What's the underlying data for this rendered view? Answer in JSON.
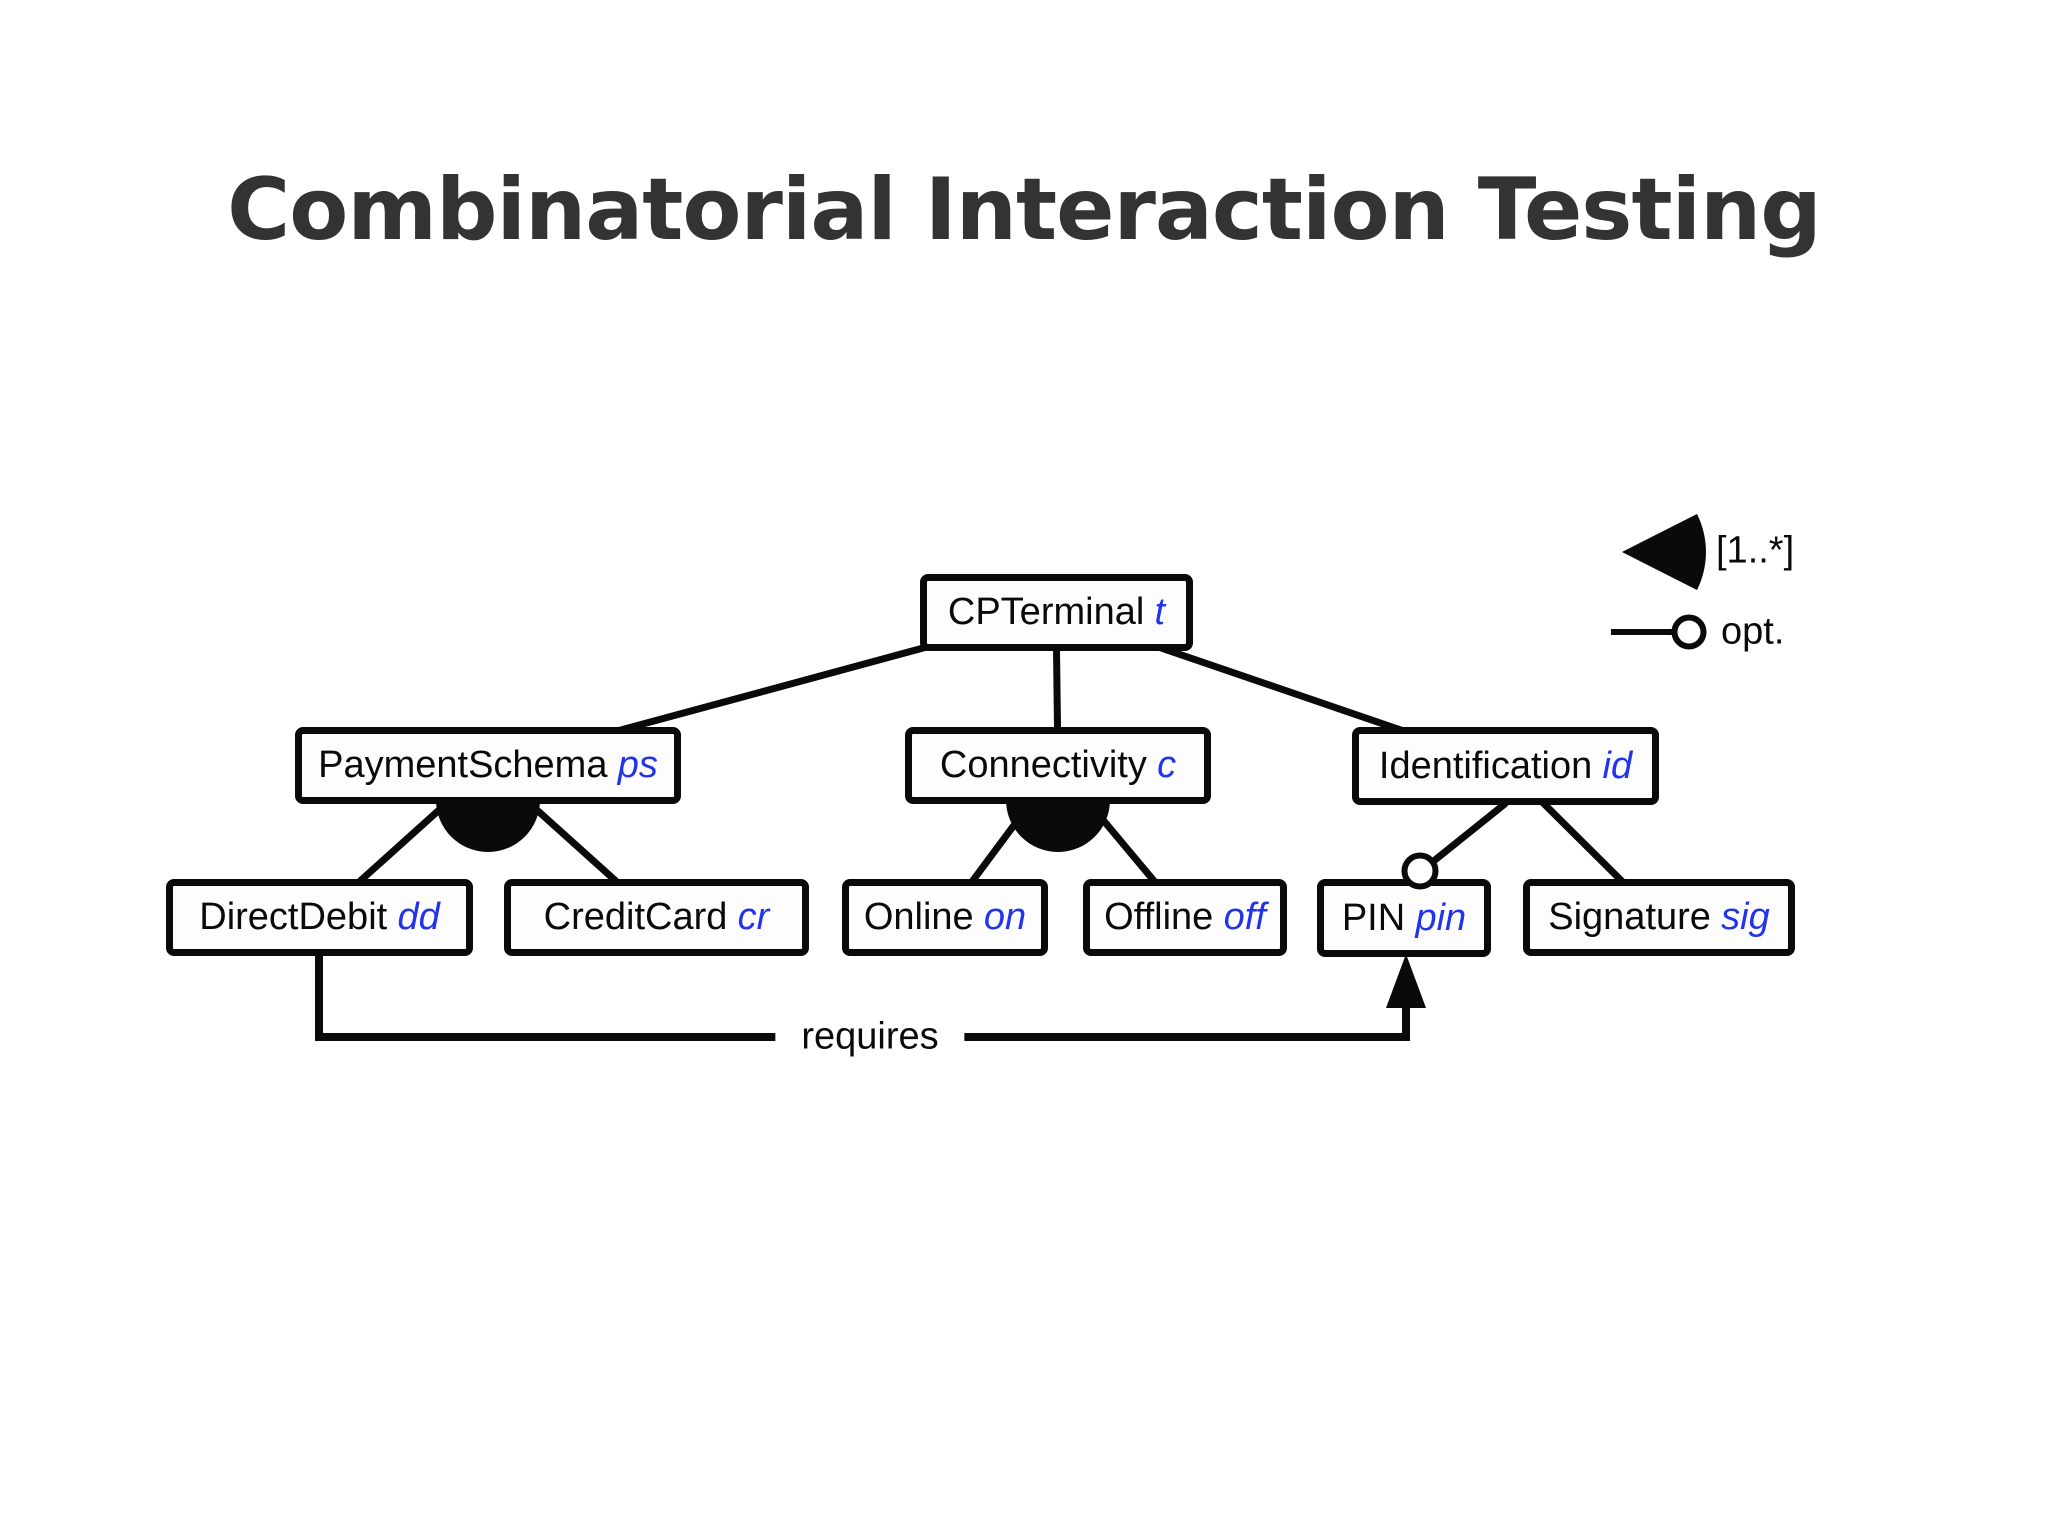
{
  "title": "Combinatorial Interaction Testing",
  "colors": {
    "abbrev_blue": "#2233ee",
    "title_gray": "#333333",
    "line_black": "#0a0a0a"
  },
  "legend": {
    "or_group_label": "[1..*]",
    "optional_label": "opt."
  },
  "constraint_label": "requires",
  "nodes": [
    {
      "name": "CPTerminal",
      "abbrev": "t"
    },
    {
      "name": "PaymentSchema",
      "abbrev": "ps"
    },
    {
      "name": "Connectivity",
      "abbrev": "c"
    },
    {
      "name": "Identification",
      "abbrev": "id"
    },
    {
      "name": "DirectDebit",
      "abbrev": "dd"
    },
    {
      "name": "CreditCard",
      "abbrev": "cr"
    },
    {
      "name": "Online",
      "abbrev": "on"
    },
    {
      "name": "Offline",
      "abbrev": "off"
    },
    {
      "name": "PIN",
      "abbrev": "pin"
    },
    {
      "name": "Signature",
      "abbrev": "sig"
    }
  ]
}
